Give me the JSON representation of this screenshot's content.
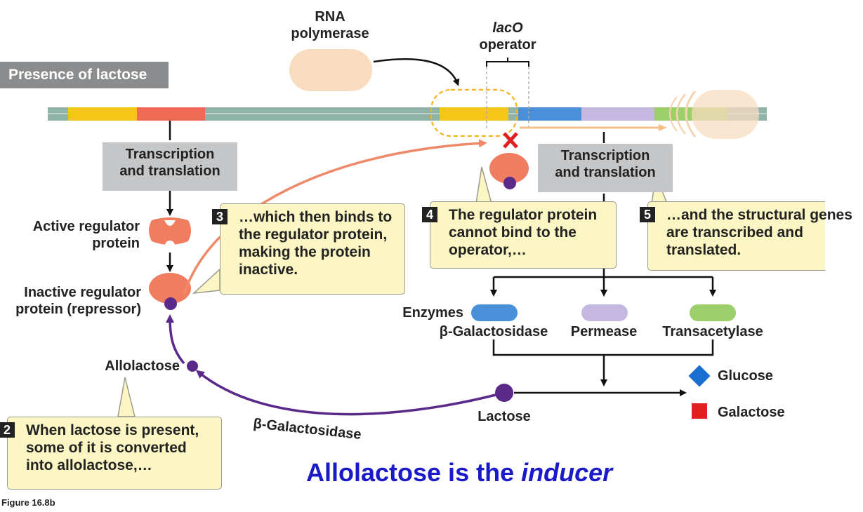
{
  "header": {
    "section": "Presence of lactose"
  },
  "rna_polymerase": {
    "line1": "RNA",
    "line2": "polymerase"
  },
  "lac_operator": {
    "line1": "lacO",
    "line2": "operator"
  },
  "transcription_left": {
    "line1": "Transcription",
    "line2": "and translation"
  },
  "transcription_right": {
    "line1": "Transcription",
    "line2": "and translation"
  },
  "active_regulator": {
    "line1": "Active regulator",
    "line2": "protein"
  },
  "inactive_regulator": {
    "line1": "Inactive regulator",
    "line2": "protein (repressor)"
  },
  "allolactose_label": "Allolactose",
  "lactose_label": "Lactose",
  "beta_gal_arrow_label": "β-Galactosidase",
  "enzymes": {
    "title": "Enzymes",
    "items": [
      "β-Galactosidase",
      "Permease",
      "Transacetylase"
    ]
  },
  "products": {
    "glucose": "Glucose",
    "galactose": "Galactose"
  },
  "callouts": {
    "c2": {
      "number": "2",
      "text": "When lactose is present, some of it is converted into allolactose,…"
    },
    "c3": {
      "number": "3",
      "text": "…which then binds to the regulator protein, making the protein inactive."
    },
    "c4": {
      "number": "4",
      "text": "The regulator protein cannot bind to the operator,…"
    },
    "c5": {
      "number": "5",
      "text": "…and the structural genes are transcribed and translated."
    }
  },
  "inducer": {
    "prefix": "Allolactose is the ",
    "emph": "inducer"
  },
  "figure": "Figure 16.8b",
  "colors": {
    "dna": "#8fb3a6",
    "gene_yellow": "#f5c518",
    "gene_red": "#ee6a55",
    "gene_blue": "#4a90d9",
    "gene_lavender": "#c5b8e0",
    "gene_green": "#9ccf6a",
    "polymerase": "#f8dcc0",
    "regulator": "#f07d60",
    "inducer_dot": "#5a2a8a",
    "glucose": "#1a6fd0",
    "galactose": "#e02020",
    "inducer_text": "#1a1ac8",
    "callout_bg": "#fbf6c4",
    "block_x": "#e02020"
  }
}
